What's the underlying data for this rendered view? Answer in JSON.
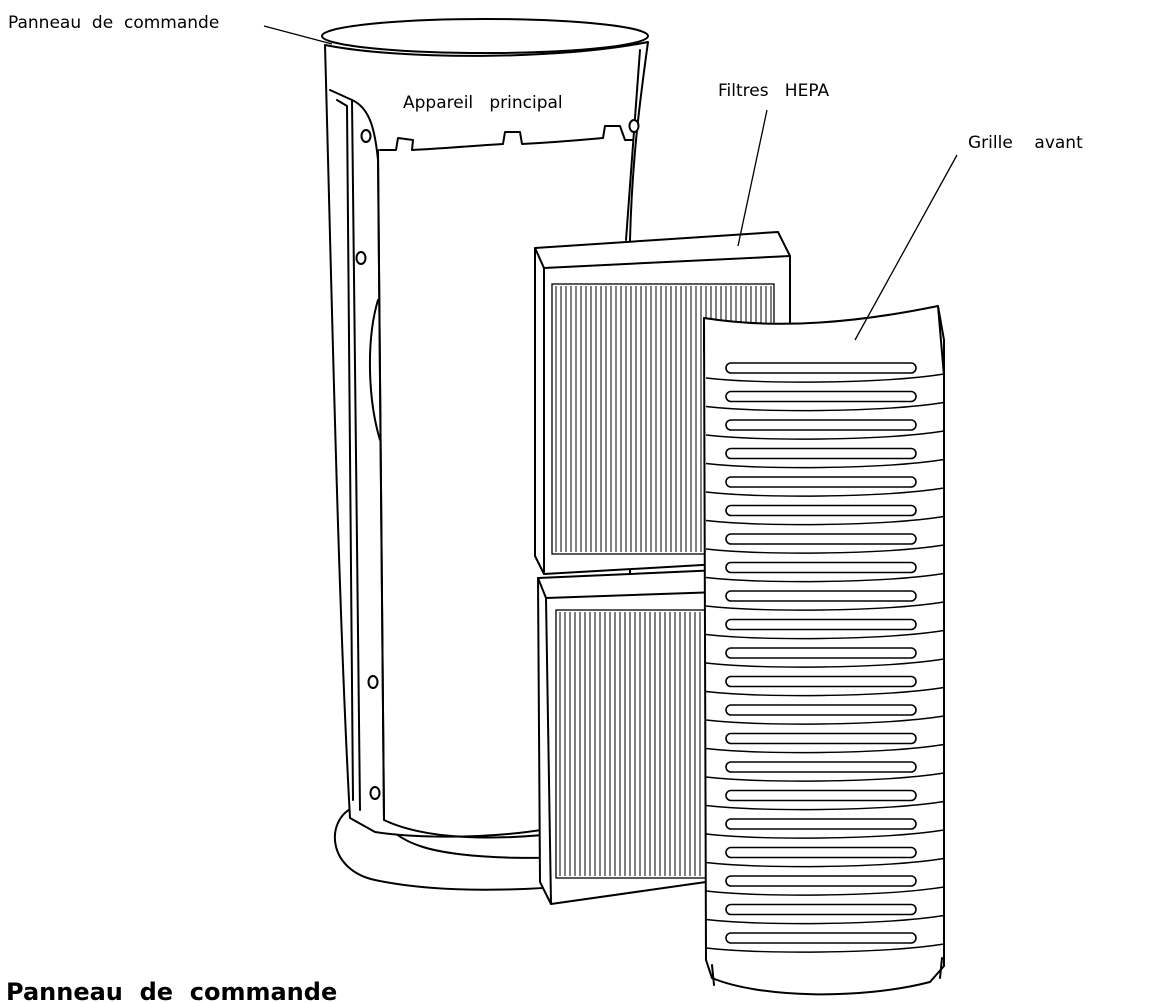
{
  "labels": {
    "control_panel": "Panneau  de  commande",
    "main_unit": "Appareil   principal",
    "hepa_filters": "Filtres   HEPA",
    "front_grille": "Grille    avant"
  },
  "section_heading": "Panneau  de  commande",
  "icons": {
    "main_unit": "air-purifier-body-icon",
    "filters": "hepa-filter-icon",
    "grille": "front-grille-icon"
  }
}
